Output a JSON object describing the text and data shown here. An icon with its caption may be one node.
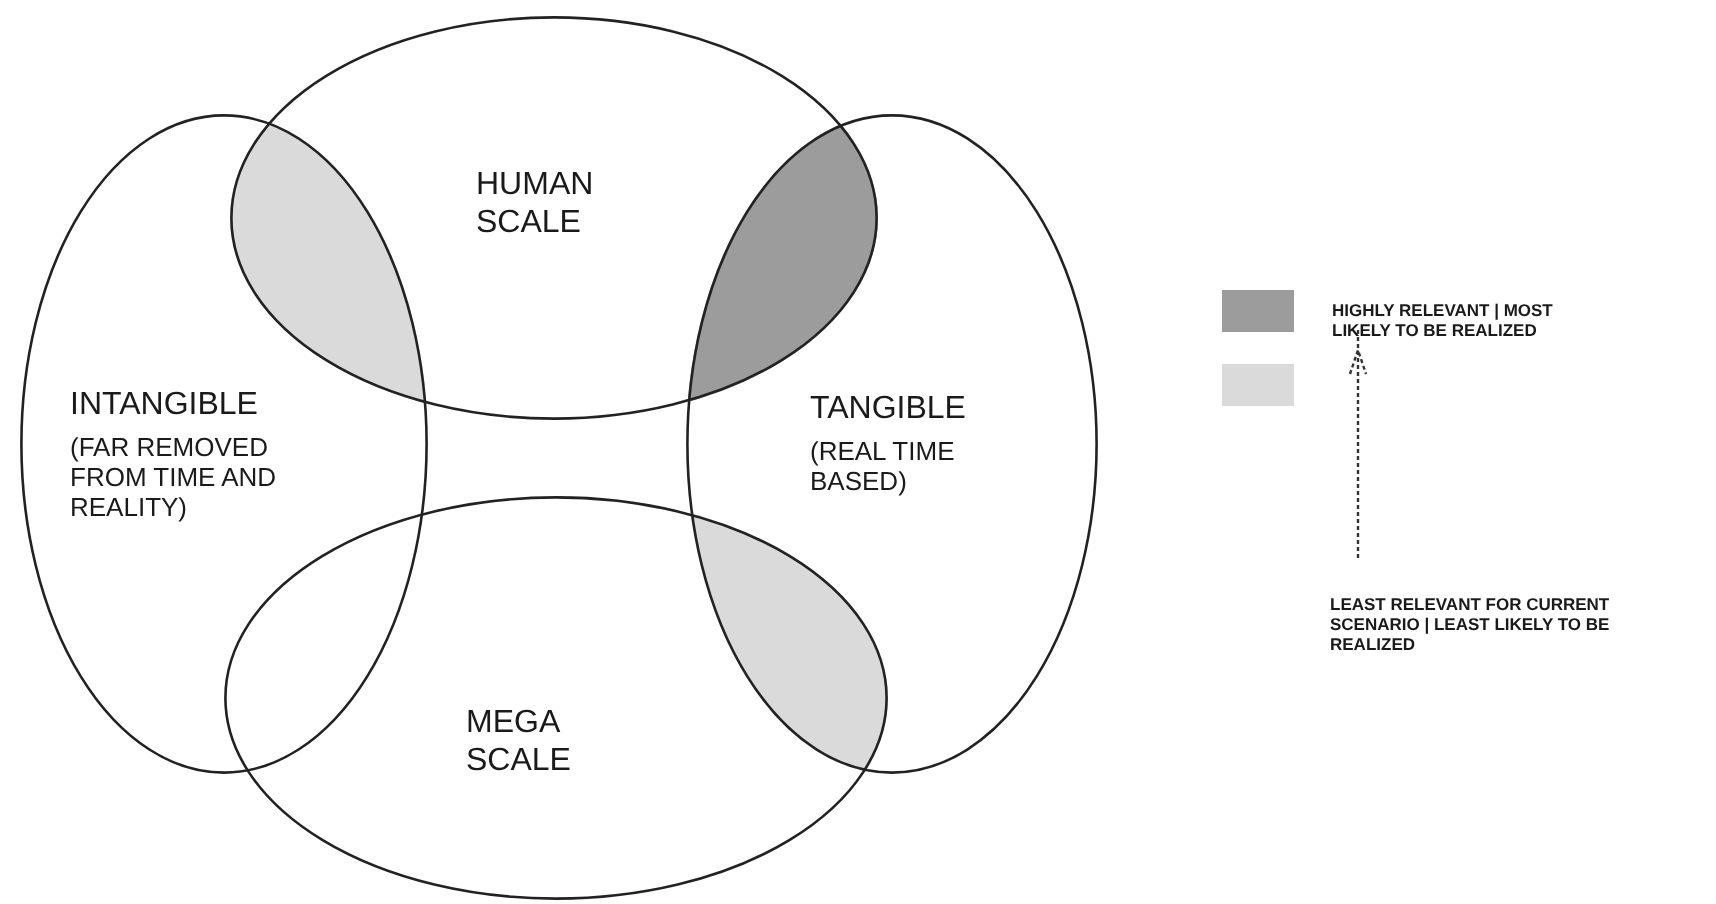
{
  "diagram": {
    "nodes": [
      {
        "text": [
          "HUMAN SCALE"
        ]
      },
      {
        "text": [
          "INTANGIBLE",
          "(FAR REMOVED FROM TIME AND REALITY)"
        ]
      },
      {
        "text": [
          "TANGIBLE",
          "(REAL TIME BASED)"
        ]
      },
      {
        "text": [
          "MEGA SCALE"
        ]
      }
    ],
    "edges": [],
    "legend": [
      {
        "text": "HIGHLY RELEVANT | MOST LIKELY TO BE REALIZED",
        "color": "#9c9c9c"
      },
      {
        "text": "LEAST RELEVANT FOR CURRENT SCENARIO | LEAST LIKELY TO BE REALIZED",
        "color": "#dadada"
      }
    ]
  }
}
